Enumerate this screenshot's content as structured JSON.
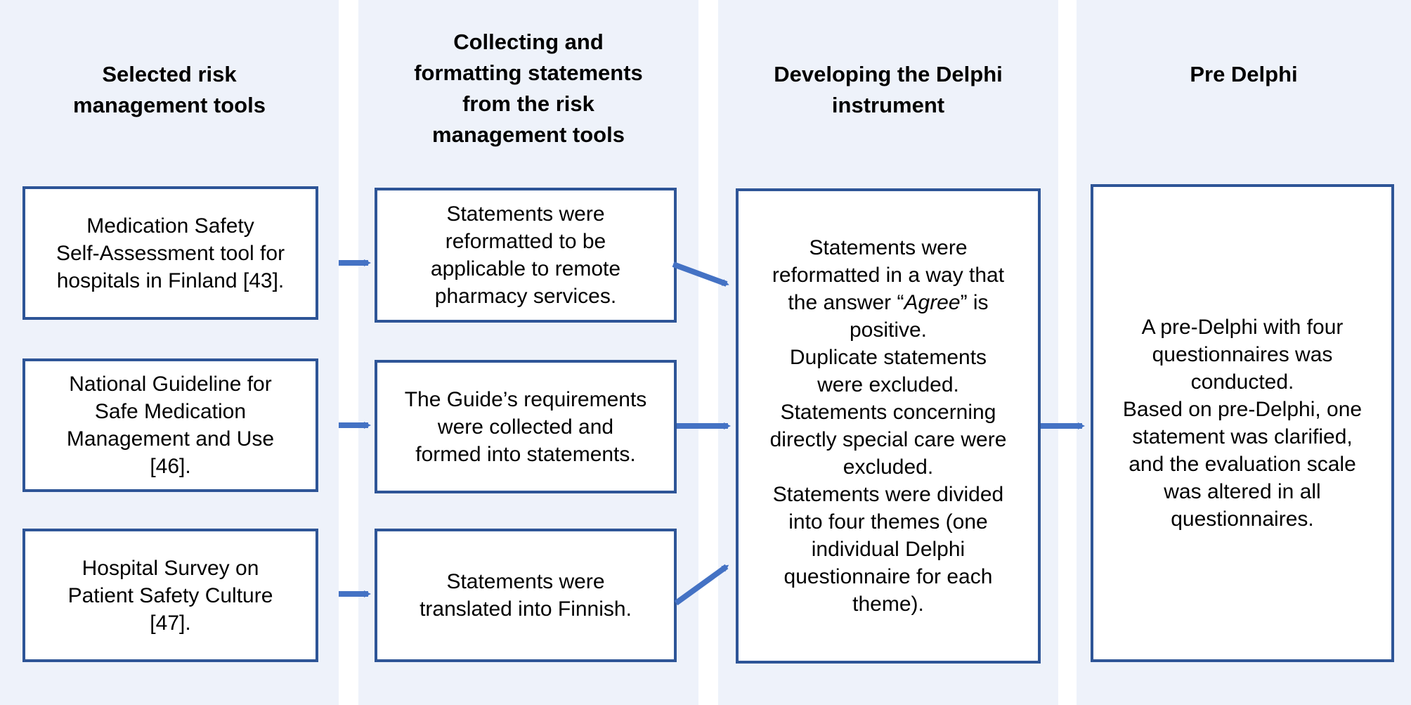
{
  "columns": [
    {
      "title": "Selected risk\nmanagement tools"
    },
    {
      "title": "Collecting and\nformatting statements\nfrom the risk\nmanagement tools"
    },
    {
      "title": "Developing the Delphi\ninstrument"
    },
    {
      "title": "Pre Delphi"
    }
  ],
  "tools": [
    {
      "text": "Medication Safety\nSelf-Assessment tool for\nhospitals in Finland [43]."
    },
    {
      "text": "National Guideline for\nSafe Medication\nManagement and Use\n[46]."
    },
    {
      "text": "Hospital Survey on\nPatient Safety Culture\n[47]."
    }
  ],
  "steps": [
    {
      "text": "Statements were\nreformatted to be\napplicable to remote\npharmacy services."
    },
    {
      "text": "The Guide’s requirements\nwere collected and\nformed into statements."
    },
    {
      "text": "Statements were\ntranslated into Finnish."
    }
  ],
  "instrument": {
    "line1": "Statements were",
    "line2_pre": "reformatted in a way that",
    "line3_pre": "the answer “",
    "agree": "Agree",
    "line3_post": "” is",
    "rest": "positive.\nDuplicate statements\nwere excluded.\nStatements concerning\ndirectly special care were\nexcluded.\nStatements were divided\ninto four themes (one\nindividual Delphi\nquestionnaire for each\ntheme)."
  },
  "pre_delphi": {
    "text": "A pre-Delphi with four\nquestionnaires was\nconducted.\nBased on pre-Delphi, one\nstatement was clarified,\nand the evaluation scale\nwas altered in all\nquestionnaires."
  },
  "colors": {
    "border": "#2e5597",
    "arrow": "#4472c4",
    "column_bg": "#eef2fa"
  }
}
